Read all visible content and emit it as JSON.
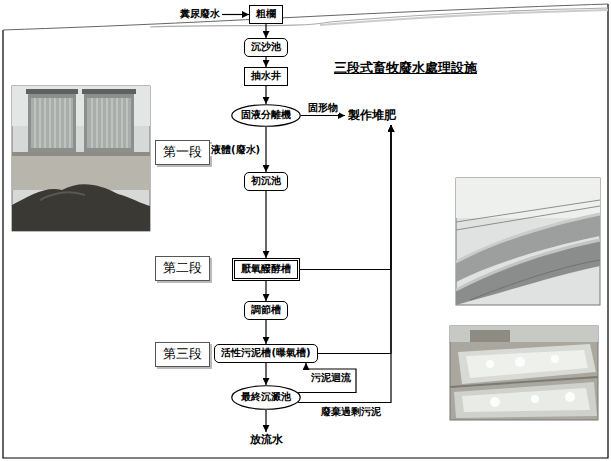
{
  "diagram": {
    "title": "三段式畜牧廢水處理設施",
    "nodes": [
      {
        "text": [
          "糞尿廢水"
        ]
      },
      {
        "text": [
          "粗欄"
        ]
      },
      {
        "text": [
          "沉沙池"
        ]
      },
      {
        "text": [
          "抽水井"
        ]
      },
      {
        "text": [
          "第一段"
        ]
      },
      {
        "text": [
          "固液分離機"
        ]
      },
      {
        "text": [
          "製作堆肥"
        ]
      },
      {
        "text": [
          "初沉池"
        ]
      },
      {
        "text": [
          "第二段"
        ]
      },
      {
        "text": [
          "厭氧醱酵槽"
        ]
      },
      {
        "text": [
          "調節槽"
        ]
      },
      {
        "text": [
          "第三段"
        ]
      },
      {
        "text": [
          "活性污泥槽(曝氣槽)"
        ]
      },
      {
        "text": [
          "最終沉澱池"
        ]
      },
      {
        "text": [
          "放流水"
        ]
      }
    ],
    "edges": [
      {
        "from": 0,
        "to": 1,
        "arrow": "to"
      },
      {
        "from": 1,
        "to": 2,
        "arrow": "to"
      },
      {
        "from": 2,
        "to": 3,
        "arrow": "to"
      },
      {
        "from": 3,
        "to": 5,
        "arrow": "to"
      },
      {
        "from": 5,
        "to": 6,
        "label": "固形物",
        "arrow": "to"
      },
      {
        "from": 5,
        "to": 7,
        "label": "液體(廢水)",
        "arrow": "to"
      },
      {
        "from": 7,
        "to": 9,
        "arrow": "to"
      },
      {
        "from": 9,
        "to": 10,
        "arrow": "to"
      },
      {
        "from": 10,
        "to": 12,
        "arrow": "to"
      },
      {
        "from": 12,
        "to": 13,
        "arrow": "to"
      },
      {
        "from": 13,
        "to": 14,
        "arrow": "to"
      },
      {
        "from": 13,
        "to": 12,
        "label": "污泥迴流",
        "arrow": "to"
      },
      {
        "from": 13,
        "to": 6,
        "label": "廢棄過剩污泥",
        "arrow": "to"
      },
      {
        "from": 9,
        "to": 6,
        "arrow": "to"
      },
      {
        "from": 12,
        "to": 6,
        "arrow": "to"
      }
    ]
  }
}
